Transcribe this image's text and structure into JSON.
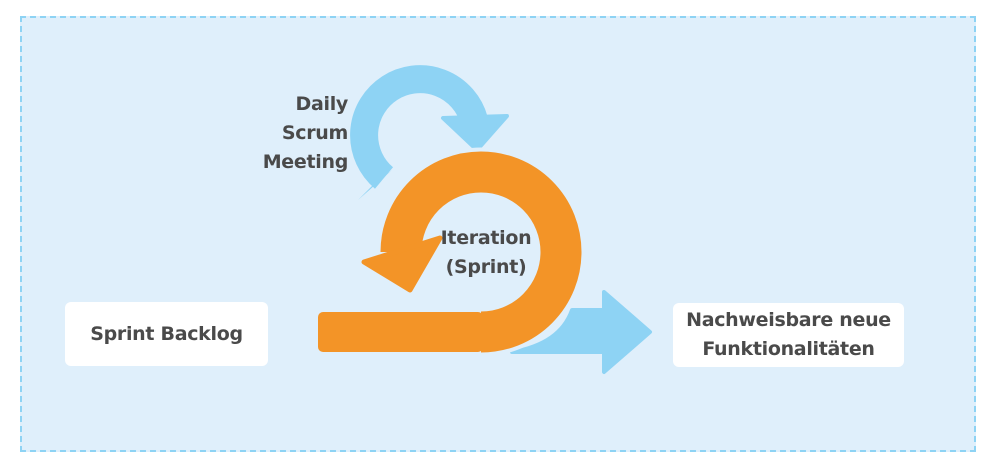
{
  "diagram": {
    "daily_scrum": [
      "Daily",
      "Scrum",
      "Meeting"
    ],
    "iteration": [
      "Iteration",
      "(Sprint)"
    ],
    "input_box": "Sprint Backlog",
    "output_box": [
      "Nachweisbare neue",
      "Funktionalitäten"
    ]
  },
  "colors": {
    "background": "#dfeffb",
    "border": "#8ed3f4",
    "blue_arrow": "#8ed3f4",
    "orange_arrow": "#f39427",
    "text": "#4a4a4a"
  }
}
